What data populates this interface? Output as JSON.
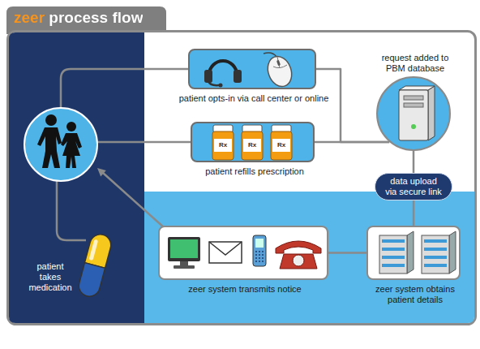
{
  "diagram": {
    "title": "zeer process flow",
    "nodes": [
      {
        "text": [
          "patient opts-in via call center or online"
        ]
      },
      {
        "text": [
          "patient refills prescription"
        ]
      },
      {
        "text": [
          "request added to PBM database"
        ]
      },
      {
        "text": [
          "data upload via secure link"
        ]
      },
      {
        "text": [
          "zeer system obtains patient details"
        ]
      },
      {
        "text": [
          "zeer system transmits notice"
        ]
      },
      {
        "text": [
          "patient takes medication"
        ]
      }
    ],
    "edges": [
      {
        "from": 0,
        "to": 2,
        "arrow": "none"
      },
      {
        "from": 1,
        "to": 2,
        "arrow": "none"
      },
      {
        "from": 2,
        "to": 3,
        "arrow": "none"
      },
      {
        "from": 3,
        "to": 4,
        "arrow": "none"
      },
      {
        "from": 4,
        "to": 5,
        "arrow": "none"
      }
    ],
    "labels": [
      "Rx",
      "Rx",
      "Rx"
    ]
  }
}
